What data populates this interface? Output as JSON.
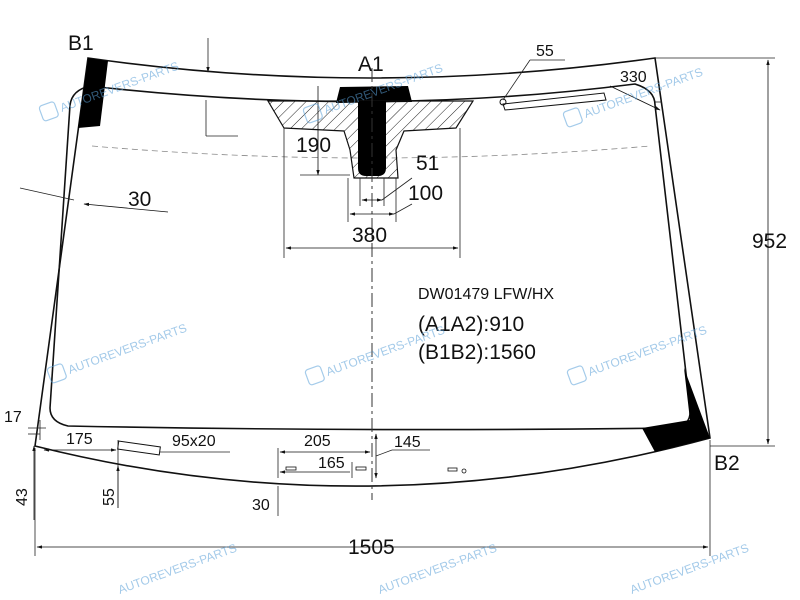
{
  "part": {
    "code": "DW01479 LFW/HX",
    "a1a2": "(A1A2):910",
    "b1b2": "(B1B2):1560"
  },
  "markers": {
    "a1": "A1",
    "b1": "B1",
    "b2": "B2"
  },
  "dimensions": {
    "d55_top": "55",
    "d330": "330",
    "d952": "952",
    "d30_left": "30",
    "d190": "190",
    "d51": "51",
    "d100": "100",
    "d380": "380",
    "d17": "17",
    "d175": "175",
    "d95x20": "95x20",
    "d205": "205",
    "d145": "145",
    "d165": "165",
    "d43": "43",
    "d55_bottom": "55",
    "d30_bottom": "30",
    "d1505": "1505"
  },
  "watermark": {
    "text": "AUTOREVERS-PARTS",
    "logo": "AR"
  }
}
